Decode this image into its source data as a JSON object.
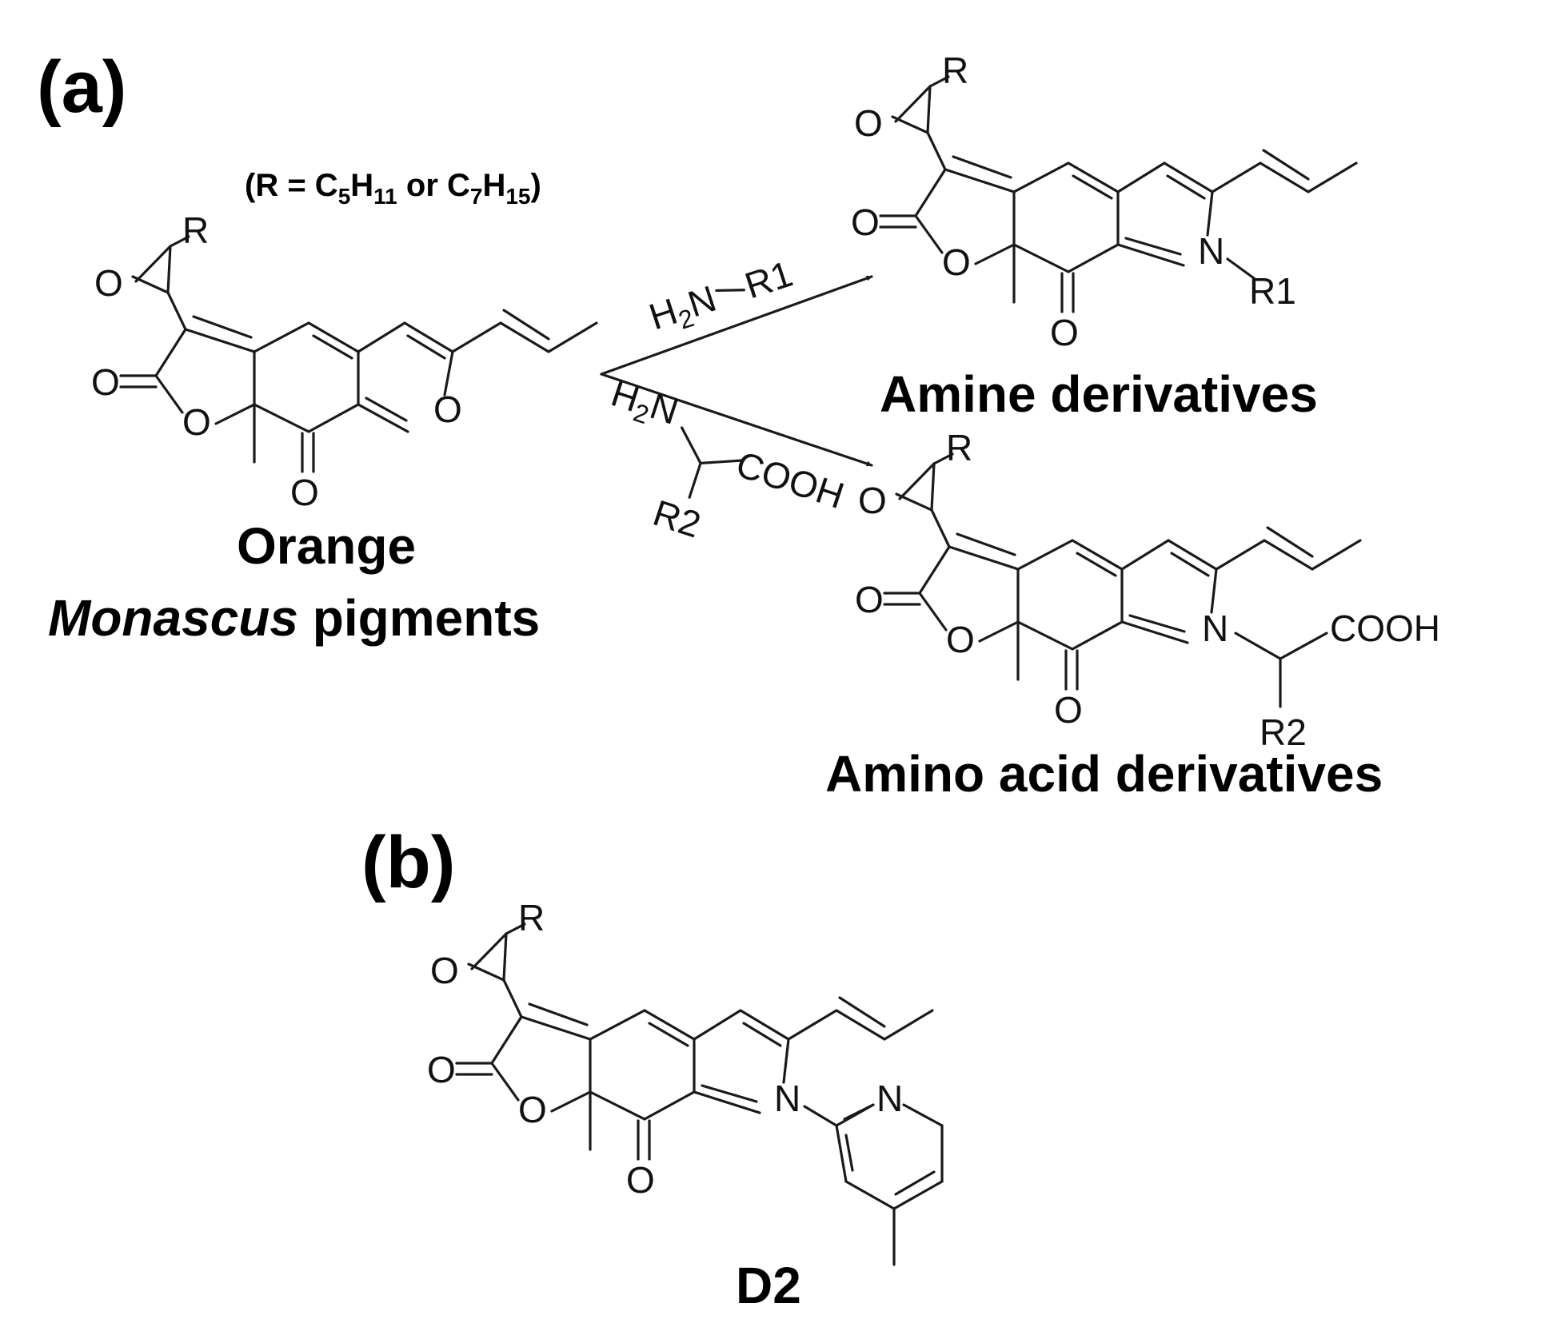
{
  "panel_a_label": "(a)",
  "panel_b_label": "(b)",
  "r_definition": {
    "open": "(R = C",
    "c1_sub": "5",
    "h1": "H",
    "h1_sub": "11",
    "middle": " or C",
    "c2_sub": "7",
    "h2": "H",
    "h2_sub": "15",
    "close": ")"
  },
  "atoms": {
    "R": "R",
    "O": "O",
    "N": "N",
    "R1": "R1",
    "R2": "R2",
    "COOH": "COOH",
    "H": "H",
    "sub2": "2"
  },
  "captions": {
    "start_line1": "Orange",
    "start_line2_italic": "Monascus",
    "start_line2_rest": " pigments",
    "amine": "Amine derivatives",
    "amino_acid": "Amino acid derivatives",
    "d2": "D2"
  }
}
